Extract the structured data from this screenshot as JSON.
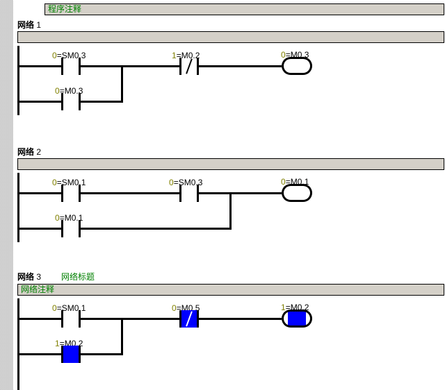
{
  "editor": {
    "program_comment": "程序注释",
    "network_word": "网络"
  },
  "networks": [
    {
      "label_prefix": "网络",
      "number": "1",
      "title": "",
      "comment": ""
    },
    {
      "label_prefix": "网络",
      "number": "2",
      "title": "",
      "comment": ""
    },
    {
      "label_prefix": "网络",
      "number": "3",
      "title": "网络标题",
      "comment": "网络注释"
    }
  ],
  "symbols": {
    "n1_c1": {
      "state": "0",
      "eq": "=",
      "addr": "SM0.3"
    },
    "n1_c2": {
      "state": "0",
      "eq": "=",
      "addr": "M0.3"
    },
    "n1_c3": {
      "state": "1",
      "eq": "=",
      "addr": "M0.2"
    },
    "n1_coil": {
      "state": "0",
      "eq": "=",
      "addr": "M0.3"
    },
    "n2_c1": {
      "state": "0",
      "eq": "=",
      "addr": "SM0.1"
    },
    "n2_c2": {
      "state": "0",
      "eq": "=",
      "addr": "SM0.3"
    },
    "n2_c3": {
      "state": "0",
      "eq": "=",
      "addr": "M0.1"
    },
    "n2_coil": {
      "state": "0",
      "eq": "=",
      "addr": "M0.1"
    },
    "n3_c1": {
      "state": "0",
      "eq": "=",
      "addr": "SM0.1"
    },
    "n3_c2": {
      "state": "1",
      "eq": "=",
      "addr": "M0.2"
    },
    "n3_c3": {
      "state": "0",
      "eq": "=",
      "addr": "M0.5"
    },
    "n3_coil": {
      "state": "1",
      "eq": "=",
      "addr": "M0.2"
    }
  },
  "colors": {
    "highlight": "#0000ff",
    "comment_text": "#008000",
    "state_text": "#808000",
    "bar_background": "#d4d0c8",
    "wire": "#000000"
  }
}
